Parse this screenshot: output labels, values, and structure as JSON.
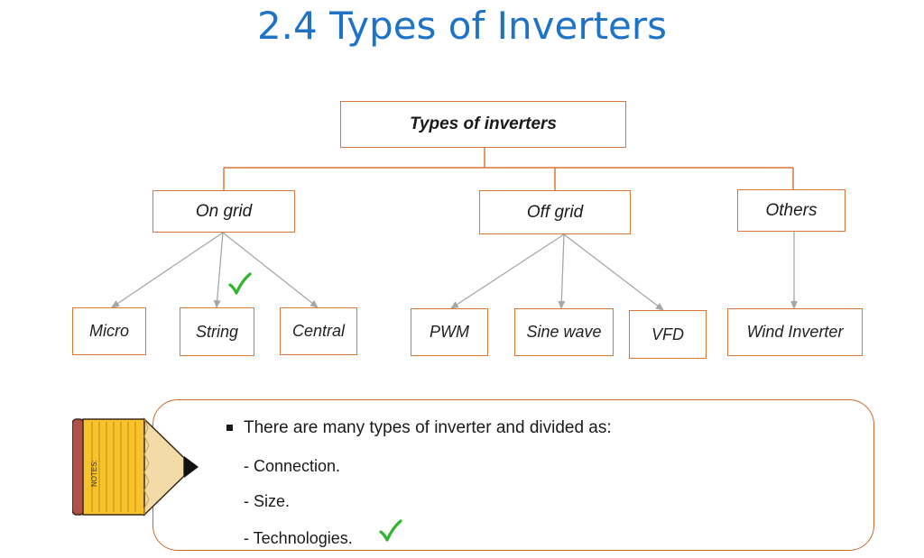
{
  "title": "2.4 Types of Inverters",
  "diagram": {
    "root": "Types of inverters",
    "categories": [
      {
        "label": "On grid",
        "children": [
          "Micro",
          "String",
          "Central"
        ]
      },
      {
        "label": "Off grid",
        "children": [
          "PWM",
          "Sine wave",
          "VFD"
        ]
      },
      {
        "label": "Others",
        "children": [
          "Wind Inverter"
        ]
      }
    ]
  },
  "notes": {
    "pencil_label": "NOTES:",
    "bullet": "There are many types of inverter and divided as:",
    "items": [
      "- Connection.",
      "- Size.",
      "- Technologies."
    ]
  },
  "colors": {
    "title": "#1f73c7",
    "box_border": "#d9773a",
    "connector": "#d9773a",
    "arrow": "#a6a6a6",
    "check": "#2fb52f",
    "pencil_body": "#f7c22a"
  },
  "icons": [
    "check-mark-icon",
    "notes-pencil-icon"
  ]
}
